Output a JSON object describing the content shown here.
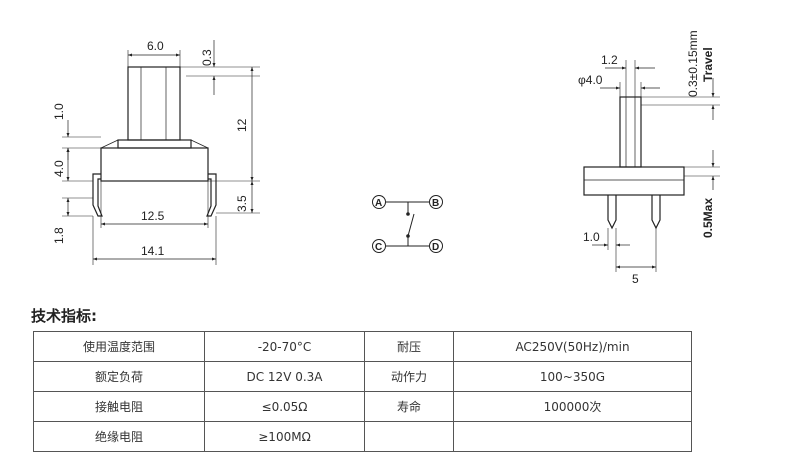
{
  "front_view": {
    "dims": {
      "top_width": "6.0",
      "top_gap": "0.3",
      "left_1": "1.0",
      "left_4": "4.0",
      "left_1_8": "1.8",
      "height_12": "12",
      "pin_3_5": "3.5",
      "inner_width": "12.5",
      "total_width": "14.1"
    }
  },
  "circuit": {
    "terminals": [
      "A",
      "B",
      "C",
      "D"
    ]
  },
  "side_view": {
    "dims": {
      "stem_1_2": "1.2",
      "phi_4": "φ4.0",
      "travel_value": "0.3±0.15mm",
      "travel_label": "Travel",
      "max_label": "0.5Max",
      "pin_1_0": "1.0",
      "pin_spacing": "5"
    }
  },
  "specs": {
    "title": "技术指标:",
    "rows": [
      [
        "使用温度范围",
        "-20-70°C",
        "耐压",
        "AC250V(50Hz)/min"
      ],
      [
        "额定负荷",
        "DC 12V 0.3A",
        "动作力",
        "100~350G"
      ],
      [
        "接触电阻",
        "≤0.05Ω",
        "寿命",
        "100000次"
      ],
      [
        "绝缘电阻",
        "≥100MΩ",
        "",
        ""
      ]
    ]
  }
}
